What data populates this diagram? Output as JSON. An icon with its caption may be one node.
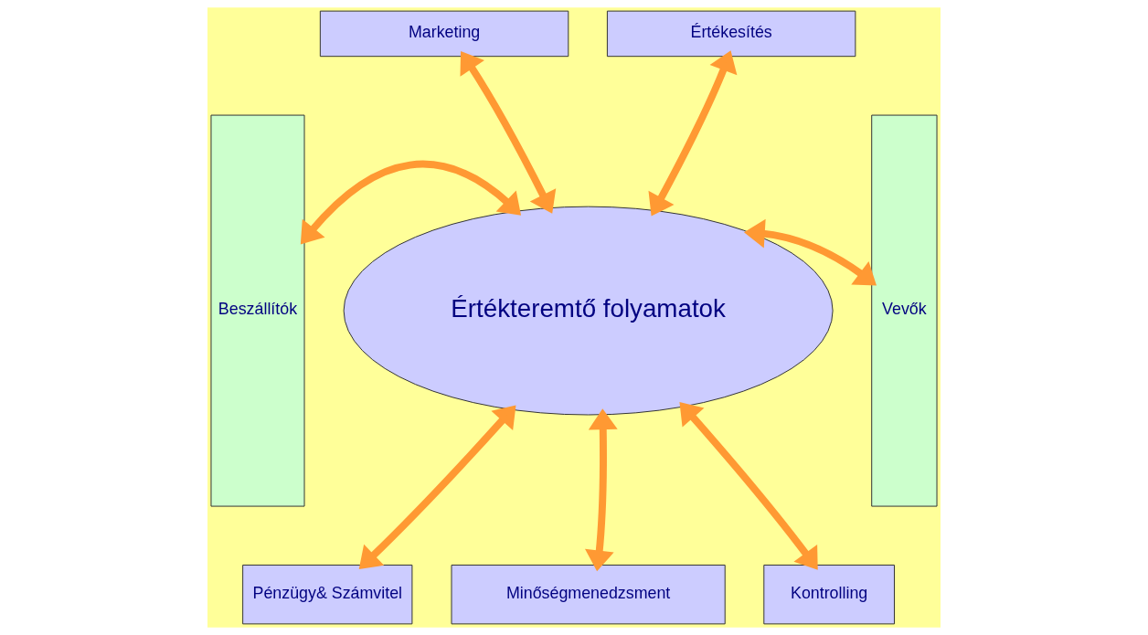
{
  "diagram": {
    "nodes": [
      {
        "text": [
          "Marketing"
        ]
      },
      {
        "text": [
          "Értékesítés"
        ]
      },
      {
        "text": [
          "Beszállítók"
        ]
      },
      {
        "text": [
          "Értékteremtő folyamatok"
        ]
      },
      {
        "text": [
          "Vevők"
        ]
      },
      {
        "text": [
          "Pénzügy& Számvitel"
        ]
      },
      {
        "text": [
          "Minőségmenedzsment"
        ]
      },
      {
        "text": [
          "Kontrolling"
        ]
      }
    ],
    "edges": [
      {
        "from": 0,
        "to": 3,
        "arrow": "both"
      },
      {
        "from": 1,
        "to": 3,
        "arrow": "both"
      },
      {
        "from": 2,
        "to": 3,
        "arrow": "both"
      },
      {
        "from": 3,
        "to": 4,
        "arrow": "both"
      },
      {
        "from": 5,
        "to": 3,
        "arrow": "both"
      },
      {
        "from": 6,
        "to": 3,
        "arrow": "both"
      },
      {
        "from": 7,
        "to": 3,
        "arrow": "both"
      }
    ]
  }
}
